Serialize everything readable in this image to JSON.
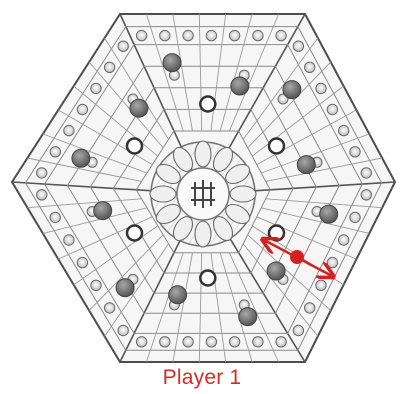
{
  "game": {
    "player_label": "Player 1",
    "colors": {
      "board_line": "#5a5a5a",
      "board_fill": "#f3f3f3",
      "move_marker": "#d42020",
      "piece_dark": "#7a7a7a",
      "hole_fill": "#e6e6e6"
    },
    "board": {
      "shape": "hexagon",
      "sections": 6,
      "center_ornament": "mandala-rosette"
    },
    "move_hint": {
      "type": "double-arrow",
      "icon": "move-indicator-arrow"
    }
  }
}
